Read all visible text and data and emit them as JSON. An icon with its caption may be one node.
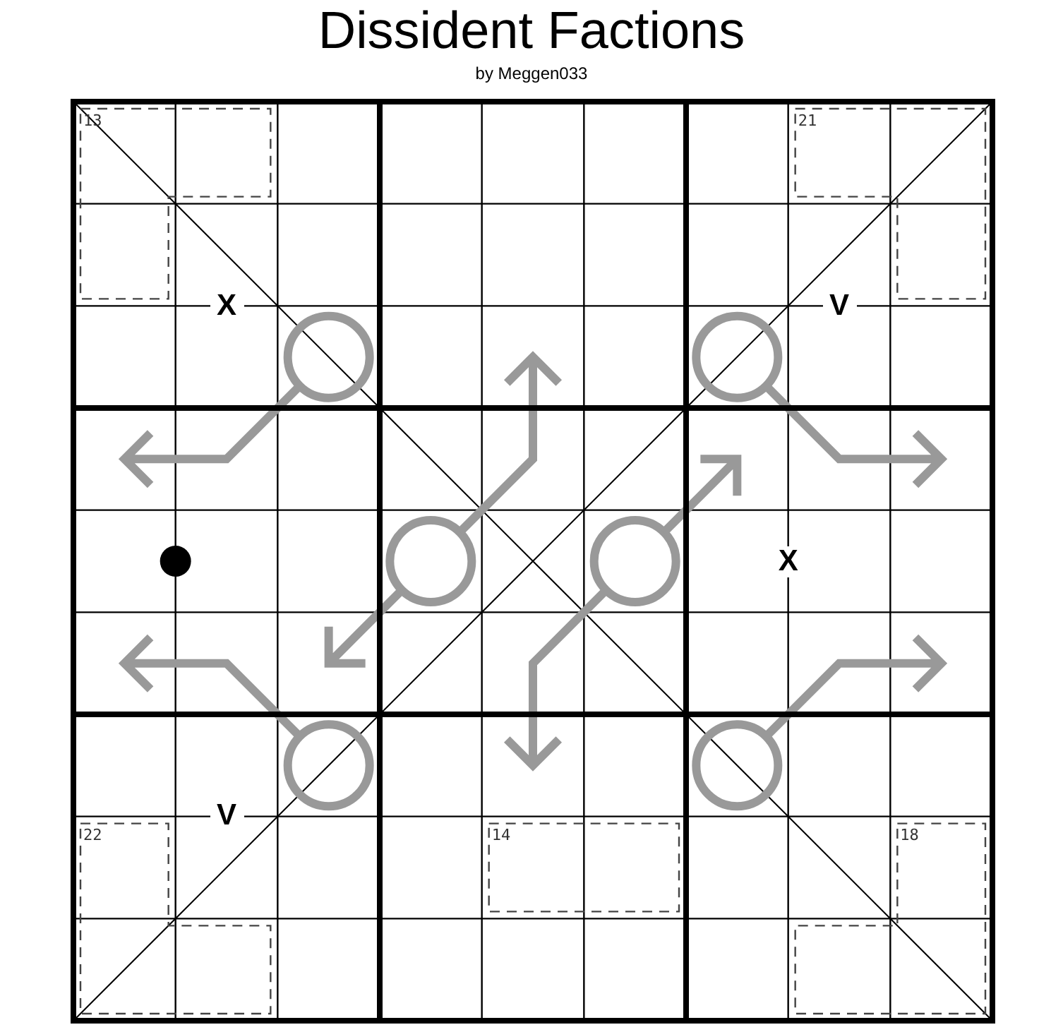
{
  "diagram": {
    "title": "Dissident Factions",
    "caption": "by Meggen033",
    "labels": [
      "13",
      "21",
      "X",
      "V",
      "X",
      "V",
      "22",
      "14",
      "18"
    ]
  }
}
